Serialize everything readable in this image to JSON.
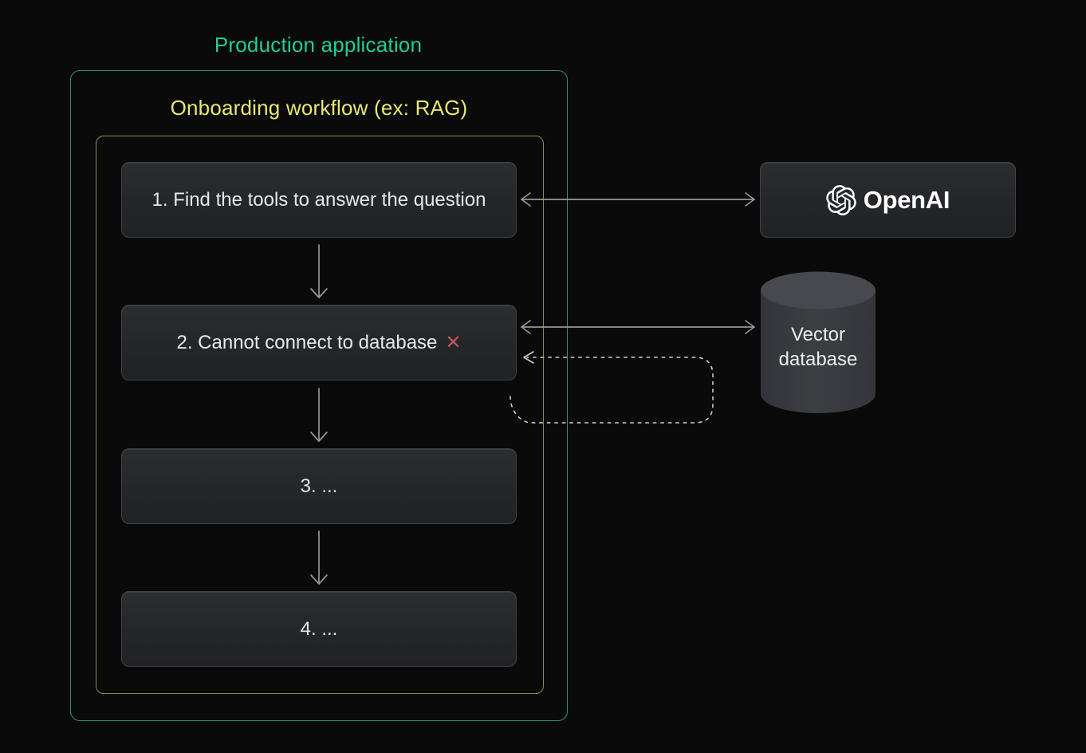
{
  "page": {
    "background_color": "#0a0a0a"
  },
  "outer_group": {
    "title": "Production application",
    "title_color": "#1fd08e",
    "border_color": "#2f9670"
  },
  "inner_group": {
    "title": "Onboarding workflow (ex: RAG)",
    "title_color": "#e9e76e",
    "border_color": "#8d8a52"
  },
  "steps": [
    {
      "label": "1. Find the tools to answer the question",
      "has_error": false
    },
    {
      "label": "2. Cannot connect to database",
      "has_error": true
    },
    {
      "label": "3. ...",
      "has_error": false
    },
    {
      "label": "4. ...",
      "has_error": false
    }
  ],
  "external_nodes": {
    "openai": {
      "label": "OpenAI",
      "icon": "openai-logo-icon"
    },
    "vector_db": {
      "label": "Vector database",
      "shape": "cylinder"
    }
  },
  "icons": {
    "error_x": "✕"
  },
  "connections": [
    {
      "from": "step-1",
      "to": "openai",
      "style": "solid-bidirectional"
    },
    {
      "from": "step-2",
      "to": "vector-db",
      "style": "solid-bidirectional"
    },
    {
      "from": "step-2",
      "to": "step-2",
      "style": "dashed-retry-loop"
    },
    {
      "from": "step-1",
      "to": "step-2",
      "style": "solid-down"
    },
    {
      "from": "step-2",
      "to": "step-3",
      "style": "solid-down"
    },
    {
      "from": "step-3",
      "to": "step-4",
      "style": "solid-down"
    }
  ],
  "colors": {
    "node_fill_top": "#2b2d31",
    "node_fill_bottom": "#202226",
    "node_border": "#3e4146",
    "node_text": "#e7e8ea",
    "arrow": "#96979b",
    "dashed_arrow": "#cbccce",
    "error_x": "#c2545e",
    "cylinder_body": "#393b40",
    "cylinder_top": "#47494f"
  }
}
